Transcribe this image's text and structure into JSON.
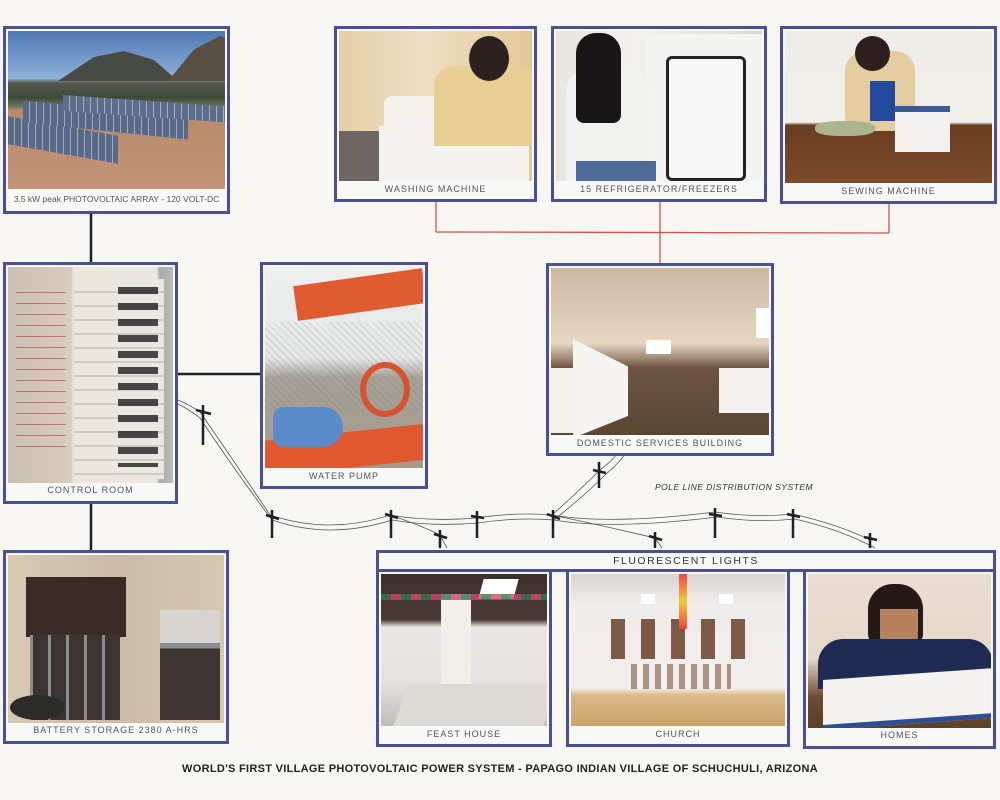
{
  "title": "WORLD'S FIRST VILLAGE PHOTOVOLTAIC POWER SYSTEM - PAPAGO INDIAN VILLAGE OF SCHUCHULI, ARIZONA",
  "pole_line_label": "POLE LINE DISTRIBUTION SYSTEM",
  "fluorescent_lights_label": "FLUORESCENT LIGHTS",
  "colors": {
    "frame_border": "#4b4f96",
    "background": "#f7f6f2",
    "appliance_connector": "#d0504a",
    "power_connector": "#1e1e28"
  },
  "panels": {
    "pv_array": {
      "caption": "3.5 kW peak PHOTOVOLTAIC ARRAY - 120 VOLT-DC",
      "photo": "solar-panels-in-desert"
    },
    "washing_machine": {
      "caption": "WASHING MACHINE",
      "photo": "woman-using-washing-machine"
    },
    "refrigerators": {
      "caption": "15 REFRIGERATOR/FREEZERS",
      "photo": "girl-at-open-refrigerator"
    },
    "sewing_machine": {
      "caption": "SEWING MACHINE",
      "photo": "woman-at-sewing-machine"
    },
    "control_room": {
      "caption": "CONTROL ROOM",
      "photo": "electrical-control-panel"
    },
    "water_pump": {
      "caption": "WATER PUMP",
      "photo": "orange-pump-jack-with-blue-motor"
    },
    "domestic_services": {
      "caption": "DOMESTIC SERVICES BUILDING",
      "photo": "room-with-freezers-and-washer"
    },
    "battery_storage": {
      "caption": "BATTERY STORAGE  2380 A-HRS",
      "photo": "rows-of-batteries"
    },
    "feast_house": {
      "caption": "FEAST HOUSE",
      "photo": "decorated-hall-with-tables"
    },
    "church": {
      "caption": "CHURCH",
      "photo": "chapel-altar-with-icons"
    },
    "homes": {
      "caption": "HOMES",
      "photo": "boy-reading-book"
    }
  }
}
